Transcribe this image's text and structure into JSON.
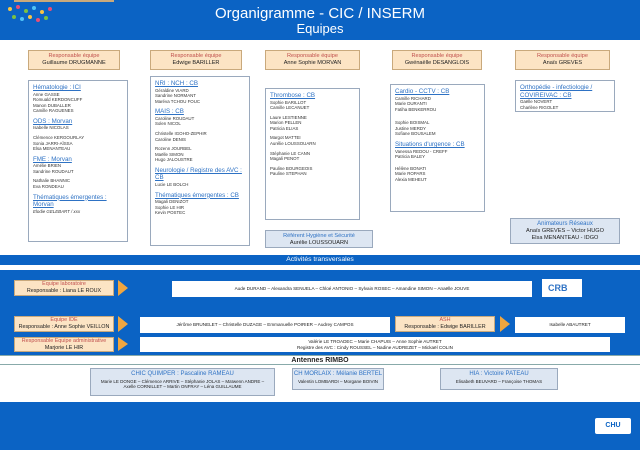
{
  "header": {
    "title": "Organigramme  - CIC / INSERM",
    "subtitle": "Equipes"
  },
  "teams": [
    {
      "role": "Responsable équipe",
      "name": "Guillaume DRUGMANNE",
      "sections": [
        {
          "title": "Hématologie : ICI",
          "people": [
            "Anne GASSE",
            "Romuald KERDONCUFF",
            "Manon DUBALLER",
            "Camille RAGUENES"
          ]
        },
        {
          "title": "ODS : Morvan",
          "people": [
            "Isabelle NICOLAS",
            "",
            "Clémence KERGOURLAY",
            "Sonia JARRI-AÏSSA",
            "Elsa MENANTEAU"
          ]
        },
        {
          "title": "FME : Morvan",
          "people": [
            "Amélie BRIEN",
            "Sandrine ROUDAUT",
            "",
            "Nathalie BHANNIC",
            "Eva RONDEAU"
          ]
        },
        {
          "title": "Thématiques émergentes : Morvan",
          "people": [
            "Elodie GELEBART / xxx"
          ]
        }
      ]
    },
    {
      "role": "Responsable équipe",
      "name": "Edwige BARILLER",
      "sections": [
        {
          "title": "NRI : NCH : CB",
          "people": [
            "Géraldine VIARD",
            "Sandrine NORMANT",
            "Maréva TCHOU FOUC"
          ]
        },
        {
          "title": "MAIS : CB",
          "people": [
            "Caroline ROUDAUT",
            "Solen NICOL",
            "",
            "Christelle IGOHO-ZEPHIR",
            "Caroline DENIS",
            "",
            "Rozenn JOURBEL",
            "Maëlle SIMON",
            "Hugo JALOUSTRE"
          ]
        },
        {
          "title": "Neurologie / Registre des AVC : CB",
          "people": [
            "Lucie LE BOLCH"
          ]
        },
        {
          "title": "Thématiques émergentes : CB",
          "people": [
            "Magali DENIZOT",
            "Sophie LE HIR",
            "Kevin POSTEC"
          ]
        }
      ]
    },
    {
      "role": "Responsable équipe",
      "name": "Anne Sophie MORVAN",
      "sections": [
        {
          "title": "Thrombose : CB",
          "people": [
            "Sophie BARILLOT",
            "Camille LECANUET",
            "",
            "Laure LESTIENNE",
            "Marion PELLEN",
            "Patricia ELIAS",
            "",
            "Margot MATTEI",
            "Aurélie LOUSSOUARN",
            "",
            "Stéphanie LE CANN",
            "Magali PENOT",
            "",
            "Pauline BOURGEOIS",
            "Pauline STEPHAN"
          ]
        }
      ]
    },
    {
      "role": "Responsable équipe",
      "name": "Gwénaëlle DESANGLOIS",
      "sections": [
        {
          "title": "Cardio - CCTV : CB",
          "people": [
            "Camille RICHARD",
            "Marie DURANTI",
            "Fatiha BENKERROU",
            "",
            "Sophie BOISMAL",
            "Justine MERDY",
            "Sofiane BOUSALEM"
          ]
        },
        {
          "title": "Situations d'urgence : CB",
          "people": [
            "Vanessa REDOU - CREFF",
            "Patricia BALEY",
            "",
            "Hélène BONATI",
            "Marie ROPARS",
            "Alexia MEHEUT"
          ]
        }
      ]
    },
    {
      "role": "Responsable équipe",
      "name": "Anaïs GREVES",
      "sections": [
        {
          "title": "Orthopédie - infectiologie / COVIREIVAC : CB",
          "people": [
            "Gaëlle NOVERT",
            "Charlène RIGOLET"
          ]
        }
      ]
    }
  ],
  "hygiene": {
    "role": "Référent Hygiène et Sécurité",
    "name": "Aurélie LOUSSOUARN"
  },
  "animateurs": {
    "role": "Animateurs Réseaux",
    "line1": "Anaïs GREVES – Victor HUGO",
    "line2": "Elsa MENANTEAU - IDGO"
  },
  "transversal_title": "Activités transversales",
  "transversal": [
    {
      "role": "Equipe laboratoire",
      "resp": "Responsable : Liana LE ROUX",
      "members": "Aude DURAND – Alexandra SENUELA – Chloé ANTONIO – Sylvain ROSEC – Amandine SIMON – Anaëlle JOUVE",
      "logo": "CRB"
    },
    {
      "role": "Equipe IDE",
      "resp": "Responsable : Anne Sophie VEILLON",
      "members": "Jérôme BRUNELET – Christelle DUZAGE – Emmanuelle POIRIER – Audrey CAMPOS",
      "ash_role": "ASH",
      "ash_resp": "Responsable : Edwige BARILLER",
      "ash_member": "Isabelle ABAUTRET"
    },
    {
      "role": "Responsable Equipe administrative",
      "resp": "Marjorie LE HIR",
      "members_line1": "Valérie LE TROADEC – Marie CHAPUIS – Anne Sophie AUTRET",
      "members_line2": "Registre des AVC : Cindy ROUSSEL – Nadine AUDREZET – Mickaël COLIN"
    }
  ],
  "rimbo": {
    "title": "Antennes RIMBO",
    "antennes": [
      {
        "title": "CHIC QUIMPER : Pascaline RAMEAU",
        "line1": "Marie LE DONGE – Clémence ARRIVE – Stéphanie JOLAS – Maïwenn ANDRE –",
        "line2": "Axelle CORNILLET – Martin ONFRAY – Léna GUILLAUME"
      },
      {
        "title": "CH MORLAIX : Mélanie BERTEL",
        "line1": "Valentin LOMBARDI – Morgane BOIVIN",
        "line2": ""
      },
      {
        "title": "HIA : Victoire PATEAU",
        "line1": "Elisabeth BEUVARD – Françoise THOMAS",
        "line2": ""
      }
    ]
  },
  "footer_logo": "CHU",
  "colors": {
    "primary": "#0b63c4",
    "accent": "#f0a640",
    "resp_bg": "#fce4c4",
    "role_red": "#c0504d",
    "link_blue": "#2e72c4"
  }
}
